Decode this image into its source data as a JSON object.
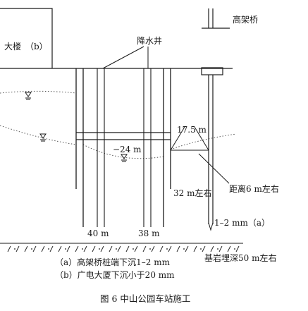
{
  "labels": {
    "building": "大楼",
    "mark_b": "（b）",
    "dewatering_well": "降水井",
    "viaduct": "高架桥",
    "depth_17_5": "17.5 m",
    "depth_24": "−24 m",
    "depth_32": "32 m左右",
    "distance_6": "距离6 m左右",
    "settle_a": "1–2 mm（a）",
    "depth_40": "40 m",
    "depth_38": "38 m",
    "bedrock": "基岩埋深50 m左右"
  },
  "notes": {
    "a": "（a）高架桥桩端下沉1–2 mm",
    "b": "（b）广电大厦下沉小于20 mm"
  },
  "caption": "图 6   中山公园车站施工"
}
